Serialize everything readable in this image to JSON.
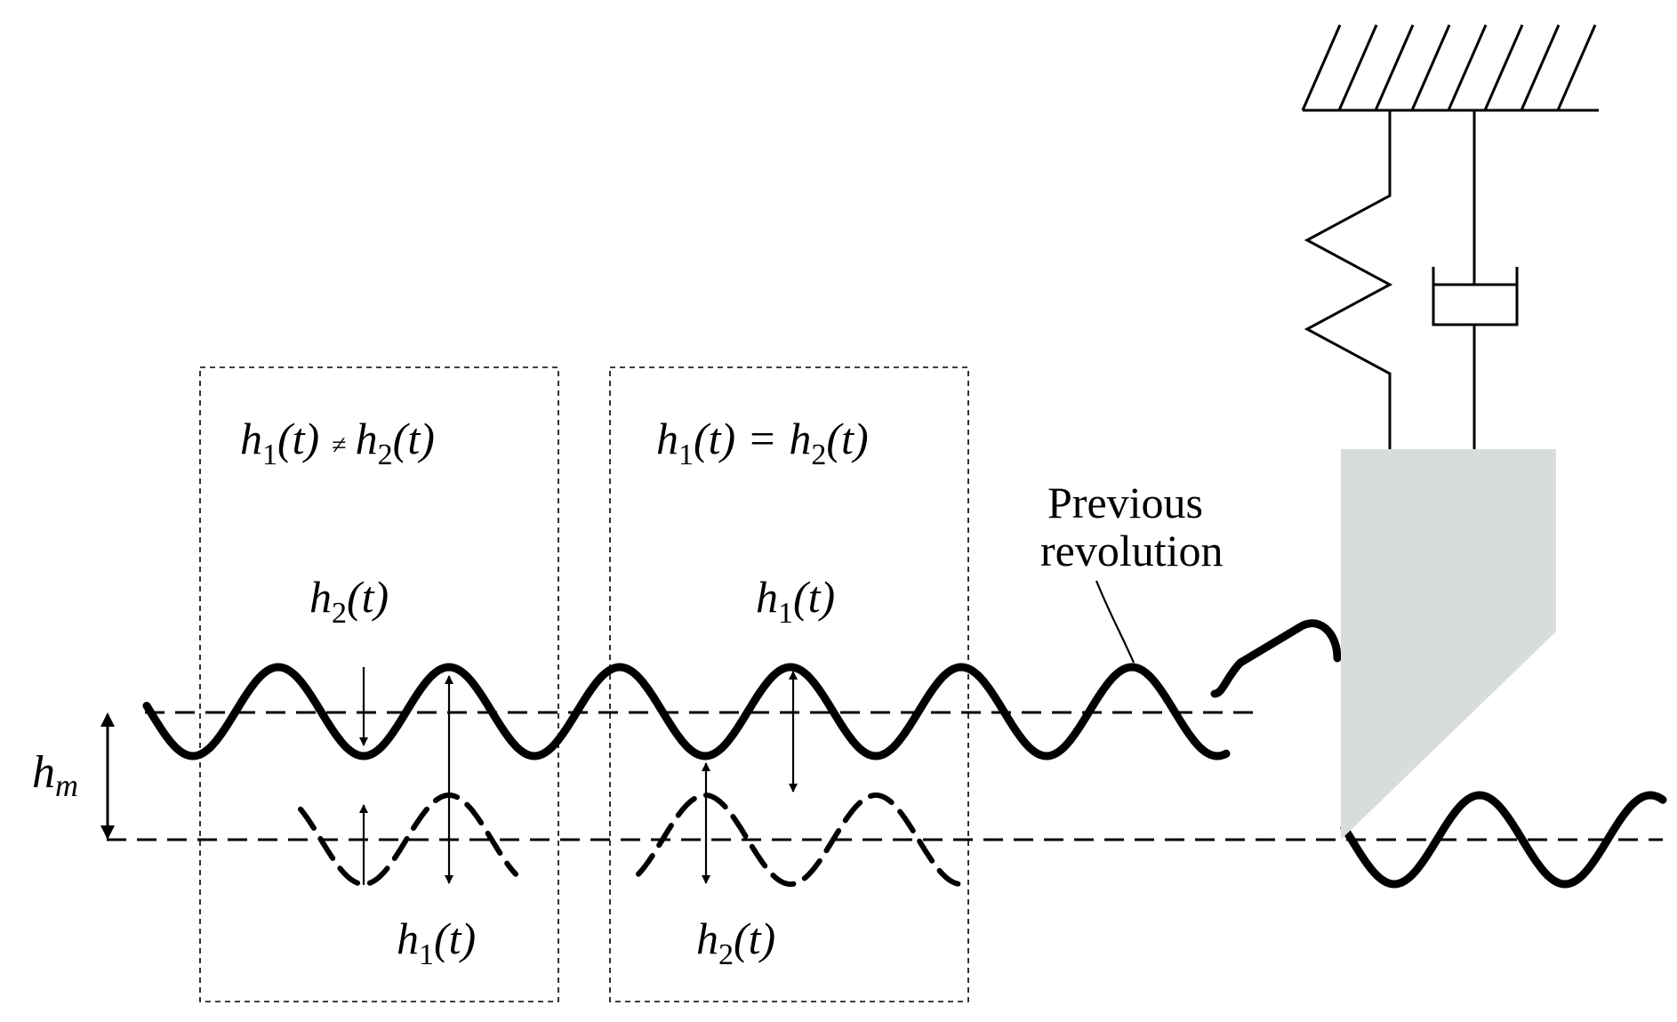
{
  "colors": {
    "ink": "#000000",
    "tool_fill": "#d9dcdc",
    "background": "#ffffff"
  },
  "labels": {
    "box1_title": {
      "lhs": "h",
      "lhs_sub": "1",
      "lhs_arg": "(t)",
      "rel": "≠",
      "rhs": "h",
      "rhs_sub": "2",
      "rhs_arg": "(t)"
    },
    "box2_title": {
      "lhs": "h",
      "lhs_sub": "1",
      "lhs_arg": "(t)",
      "rel": "=",
      "rhs": "h",
      "rhs_sub": "2",
      "rhs_arg": "(t)"
    },
    "box1_upper": {
      "sym": "h",
      "sub": "2",
      "arg": "(t)"
    },
    "box1_lower": {
      "sym": "h",
      "sub": "1",
      "arg": "(t)"
    },
    "box2_upper": {
      "sym": "h",
      "sub": "1",
      "arg": "(t)"
    },
    "box2_lower": {
      "sym": "h",
      "sub": "2",
      "arg": "(t)"
    },
    "mean_thickness": {
      "sym": "h",
      "sub": "m"
    },
    "previous_revolution": [
      "Previous",
      "revolution"
    ]
  },
  "icons": {
    "ground": "hatched-ground-icon",
    "spring": "spring-icon",
    "damper": "damper-icon",
    "tool": "cutting-tool-icon"
  }
}
